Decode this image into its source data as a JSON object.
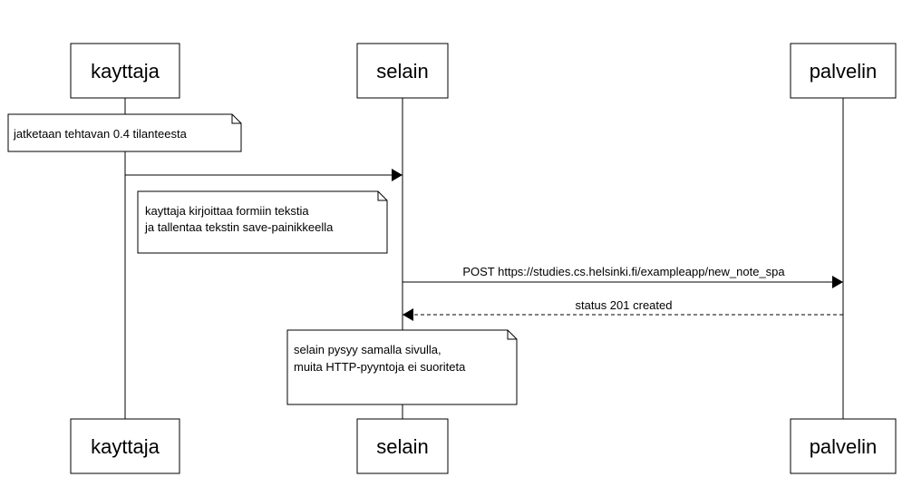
{
  "actors": [
    {
      "id": "kayttaja",
      "label": "kayttaja"
    },
    {
      "id": "selain",
      "label": "selain"
    },
    {
      "id": "palvelin",
      "label": "palvelin"
    }
  ],
  "notes": [
    {
      "lines": [
        "jatketaan tehtavan 0.4 tilanteesta"
      ]
    },
    {
      "lines": [
        "kayttaja kirjoittaa formiin tekstia",
        "ja tallentaa tekstin save-painikkeella"
      ]
    },
    {
      "lines": [
        "selain pysyy samalla sivulla,",
        "muita HTTP-pyyntoja ei suoriteta"
      ]
    }
  ],
  "messages": [
    {
      "from": "kayttaja",
      "to": "selain",
      "label": "",
      "style": "solid"
    },
    {
      "from": "selain",
      "to": "palvelin",
      "label": "POST https://studies.cs.helsinki.fi/exampleapp/new_note_spa",
      "style": "solid"
    },
    {
      "from": "palvelin",
      "to": "selain",
      "label": "status 201 created",
      "style": "dashed"
    }
  ]
}
